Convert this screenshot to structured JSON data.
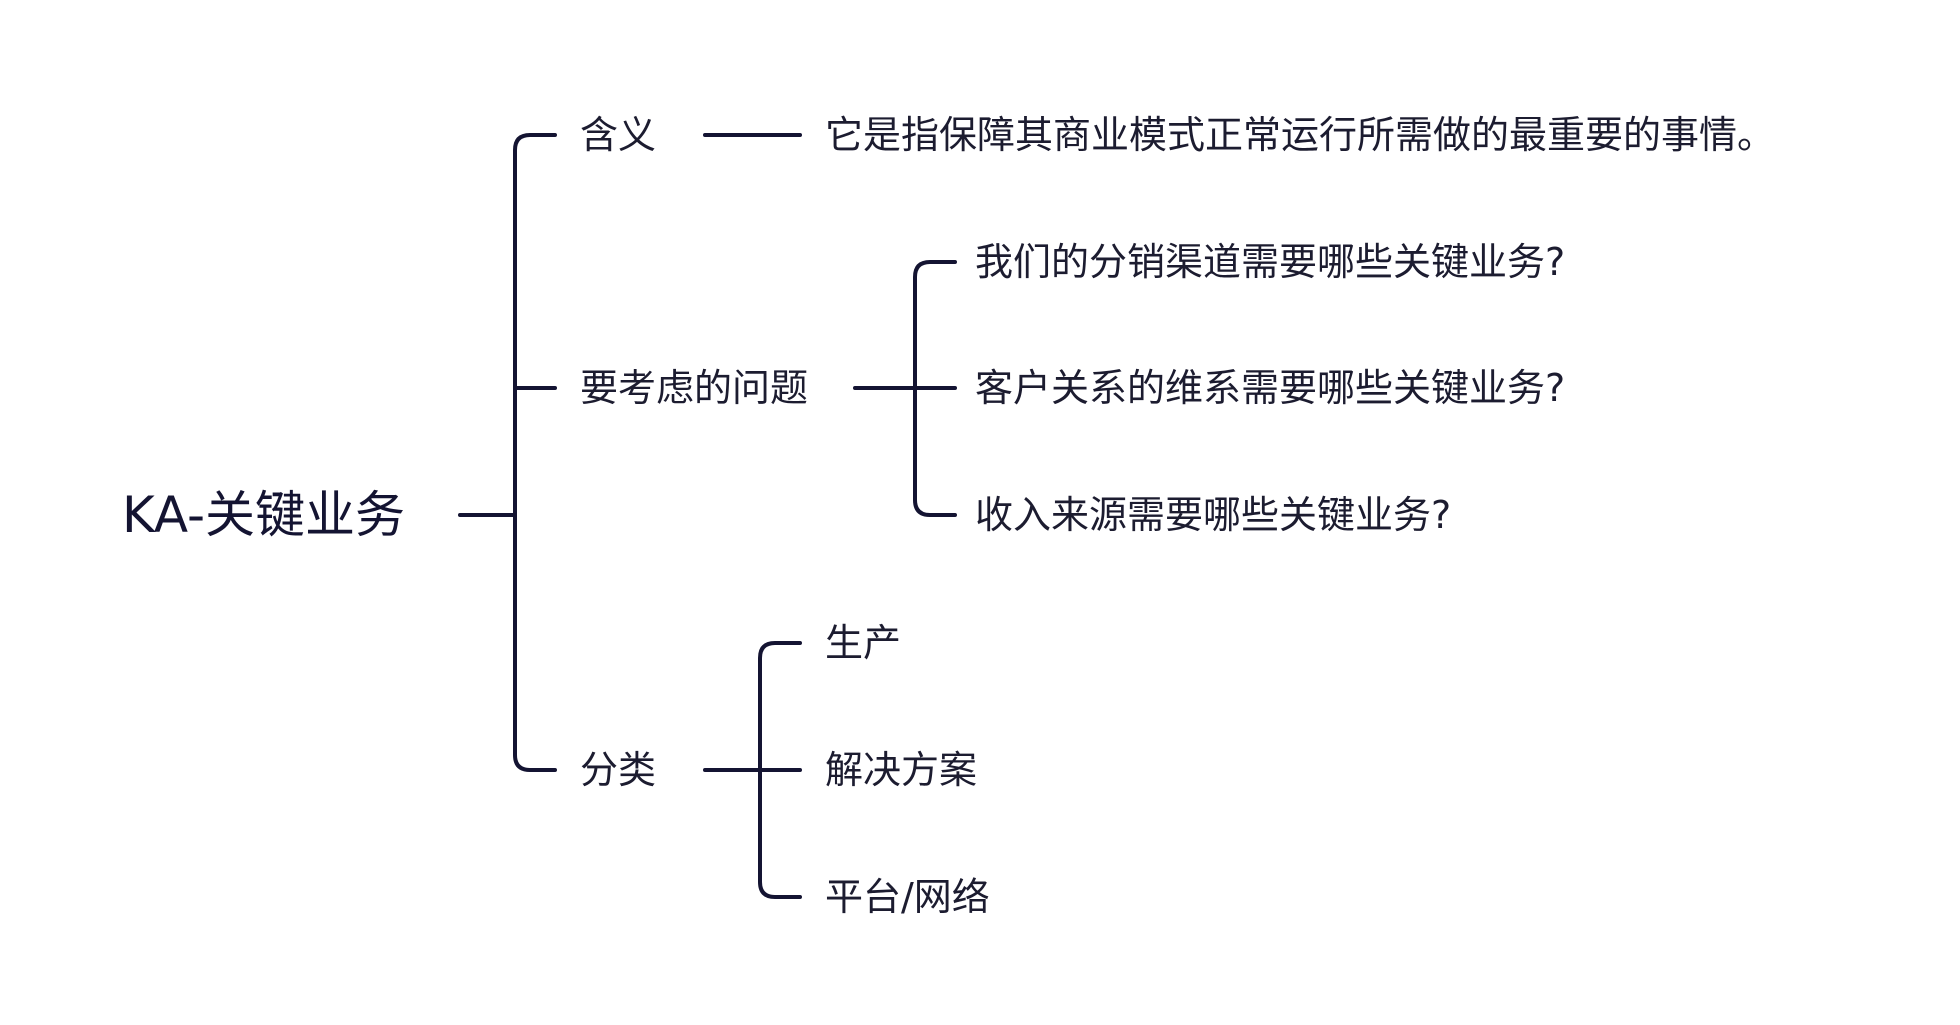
{
  "root": {
    "label": "KA-关键业务"
  },
  "branches": [
    {
      "label": "含义",
      "children": [
        {
          "label": "它是指保障其商业模式正常运行所需做的最重要的事情。"
        }
      ]
    },
    {
      "label": "要考虑的问题",
      "children": [
        {
          "label": "我们的分销渠道需要哪些关键业务?"
        },
        {
          "label": "客户关系的维系需要哪些关键业务?"
        },
        {
          "label": "收入来源需要哪些关键业务?"
        }
      ]
    },
    {
      "label": "分类",
      "children": [
        {
          "label": "生产"
        },
        {
          "label": "解决方案"
        },
        {
          "label": "平台/网络"
        }
      ]
    }
  ],
  "colors": {
    "line": "#141432",
    "text": "#1c1c30",
    "background": "#ffffff"
  }
}
